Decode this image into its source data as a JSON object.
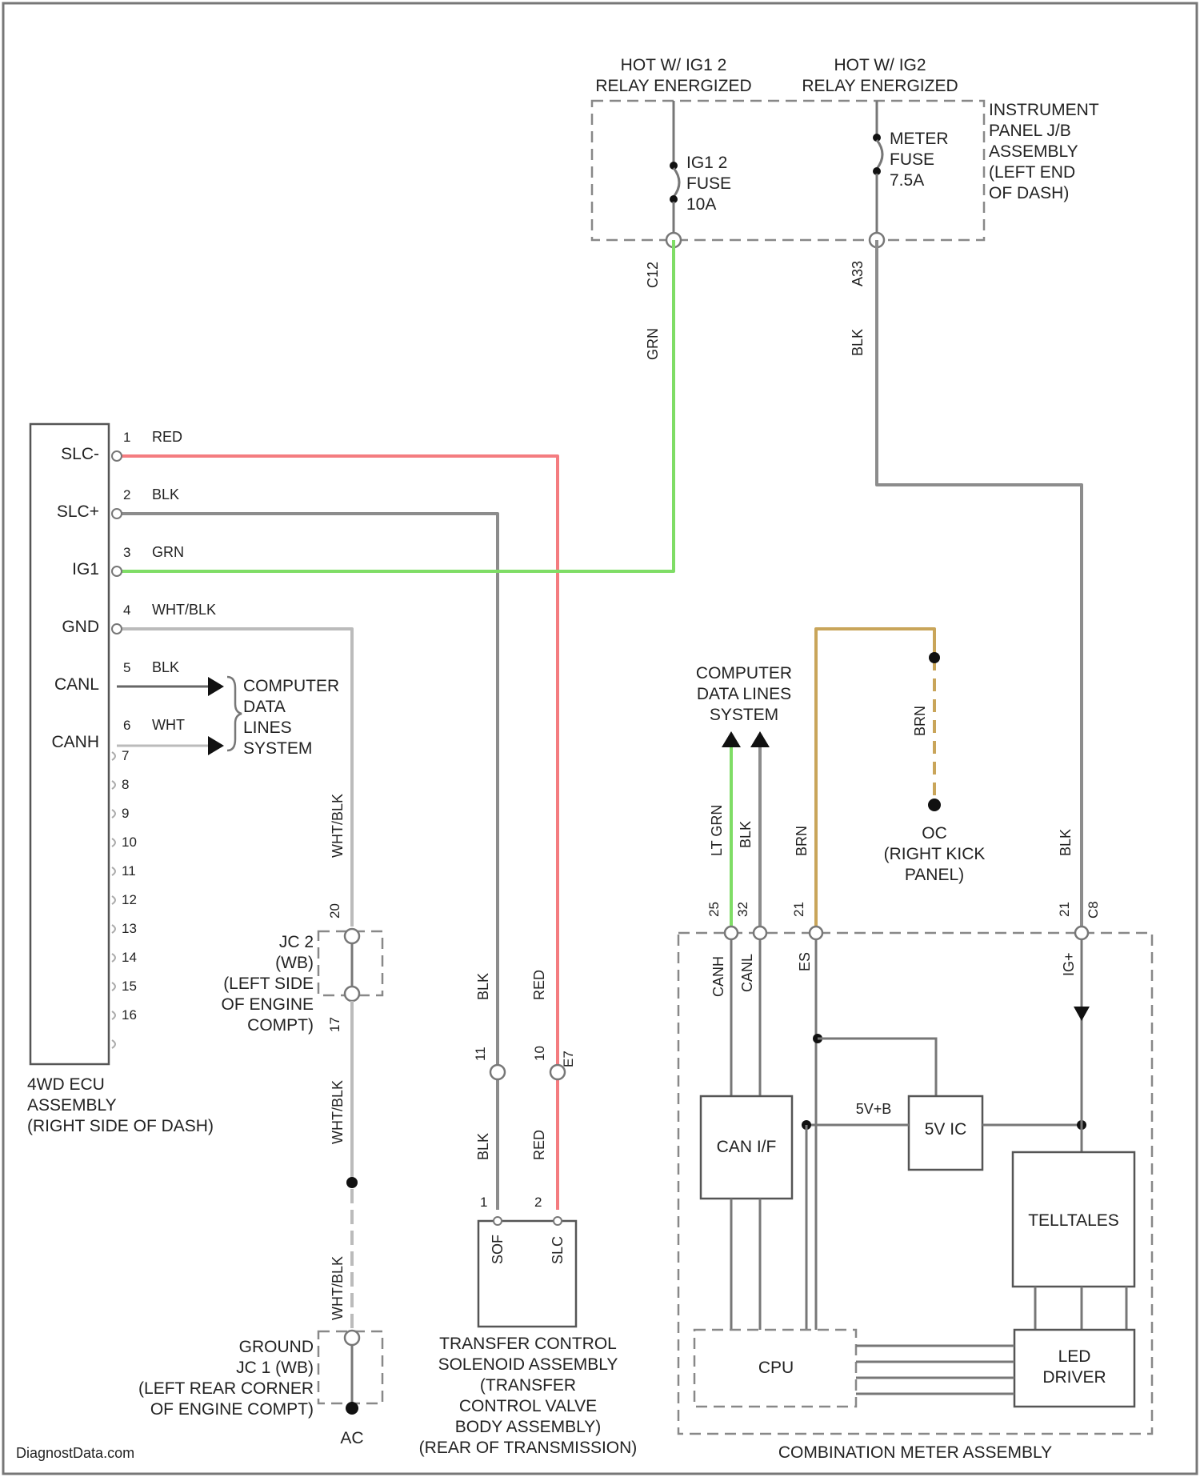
{
  "colors": {
    "red": "#f47c80",
    "blk": "#8c8c8c",
    "grn": "#7fdd66",
    "wht_blk": "#bbbbbb",
    "brn": "#c9a55a",
    "lt_grn": "#7fdd66",
    "frame": "#555555"
  },
  "fuse_block": {
    "hot_ig1": [
      "HOT W/ IG1 2",
      "RELAY ENERGIZED"
    ],
    "hot_ig": [
      "HOT W/ IG2",
      "RELAY ENERGIZED"
    ],
    "jb_label": [
      "INSTRUMENT",
      "PANEL J/B",
      "ASSEMBLY",
      "(LEFT END",
      "OF DASH)"
    ],
    "fuse1": [
      "IG1 2",
      "FUSE",
      "10A"
    ],
    "fuse2": [
      "METER",
      "FUSE",
      "7.5A"
    ],
    "wire1_conn": "C12",
    "wire1_color": "GRN",
    "wire2_conn": "A33",
    "wire2_color": "BLK"
  },
  "ecu": {
    "name": [
      "4WD ECU",
      "ASSEMBLY",
      "(RIGHT SIDE OF DASH)"
    ],
    "pins": [
      {
        "num": "1",
        "name": "SLC-",
        "color": "RED"
      },
      {
        "num": "2",
        "name": "SLC+",
        "color": "BLK"
      },
      {
        "num": "3",
        "name": "IG1",
        "color": "GRN"
      },
      {
        "num": "4",
        "name": "GND",
        "color": "WHT/BLK"
      },
      {
        "num": "5",
        "name": "CANL",
        "color": "BLK"
      },
      {
        "num": "6",
        "name": "CANH",
        "color": "WHT"
      }
    ],
    "unused_pins": [
      "7",
      "8",
      "9",
      "10",
      "11",
      "12",
      "13",
      "14",
      "15",
      "16"
    ],
    "data_label": [
      "COMPUTER",
      "DATA",
      "LINES",
      "SYSTEM"
    ]
  },
  "ground_path": {
    "wire_color_1": "WHT/BLK",
    "pin_a": "20",
    "jc2": [
      "JC 2",
      "(WB)",
      "(LEFT SIDE",
      "OF ENGINE",
      "COMPT)"
    ],
    "pin_b": "17",
    "wire_color_2": "WHT/BLK",
    "wire_color_3": "WHT/BLK",
    "gnd": [
      "GROUND",
      "JC 1 (WB)",
      "(LEFT REAR CORNER",
      "OF ENGINE COMPT)"
    ],
    "gnd_id": "AC"
  },
  "transfer": {
    "wire_left": "BLK",
    "wire_right": "RED",
    "pin_l": "11",
    "pin_r": "10",
    "conn": "E7",
    "wire_left2": "BLK",
    "wire_right2": "RED",
    "pin_l2": "1",
    "pin_r2": "2",
    "term_l": "SOF",
    "term_r": "SLC",
    "name": [
      "TRANSFER CONTROL",
      "SOLENOID ASSEMBLY",
      "(TRANSFER",
      "CONTROL VALVE",
      "BODY ASSEMBLY)",
      "(REAR OF TRANSMISSION)"
    ]
  },
  "meter": {
    "data_label": [
      "COMPUTER",
      "DATA LINES",
      "SYSTEM"
    ],
    "ground_label": [
      "OC",
      "(RIGHT KICK",
      "PANEL)"
    ],
    "w_ltgrn": "LT GRN",
    "w_blk": "BLK",
    "w_brn": "BRN",
    "w_brn2": "BRN",
    "w_blk2": "BLK",
    "pin_canh": "25",
    "pin_canl": "32",
    "pin_es": "21",
    "pin_ig": "21",
    "conn": "C8",
    "t_canh": "CANH",
    "t_canl": "CANL",
    "t_es": "ES",
    "t_ig": "IG+",
    "can_if": "CAN I/F",
    "five_v_ic": "5V IC",
    "five_v": "5V+B",
    "telltales": "TELLTALES",
    "cpu": "CPU",
    "led": [
      "LED",
      "DRIVER"
    ],
    "name": "COMBINATION METER ASSEMBLY"
  },
  "watermark": "DiagnostData.com"
}
